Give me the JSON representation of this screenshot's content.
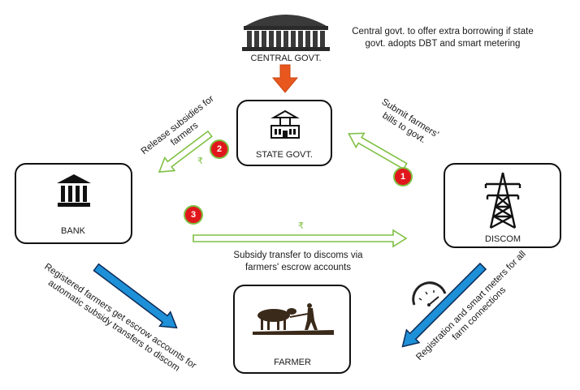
{
  "nodes": {
    "central": {
      "label": "CENTRAL GOVT."
    },
    "state": {
      "label": "STATE GOVT."
    },
    "bank": {
      "label": "BANK"
    },
    "discom": {
      "label": "DISCOM"
    },
    "farmer": {
      "label": "FARMER"
    }
  },
  "notes": {
    "central_offer": [
      "Central govt. to offer extra borrowing if state",
      "govt. adopts DBT and smart metering"
    ],
    "release_subsidies": [
      "Release subsidies for",
      "farmers"
    ],
    "submit_bills": [
      "Submit farmers'",
      "bills to govt."
    ],
    "subsidy_transfer": [
      "Subsidy transfer to discoms via",
      "farmers' escrow accounts"
    ],
    "escrow_accounts": [
      "Registered farmers get escrow accounts for",
      "automatic subsidy transfers to discom"
    ],
    "registration_meters": [
      "Registration and smart meters for all",
      "farm connections"
    ]
  },
  "steps": {
    "one": "1",
    "two": "2",
    "three": "3"
  },
  "currency_symbol": "₹",
  "colors": {
    "outline_arrow": "#7fc043",
    "blue_arrow": "#1e90d8",
    "orange_arrow": "#e8571e",
    "badge": "#e0161b"
  }
}
